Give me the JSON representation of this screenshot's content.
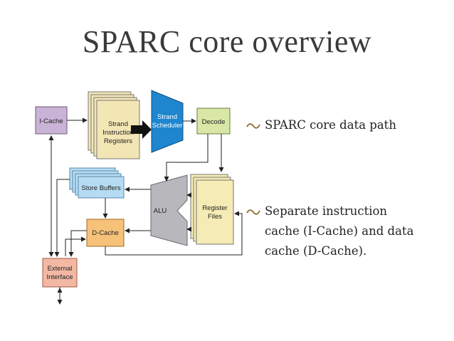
{
  "slide": {
    "title": "SPARC core overview",
    "bullets": [
      "SPARC core data path",
      "Separate instruction cache (I-Cache) and data cache (D-Cache)."
    ]
  },
  "diagram": {
    "blocks": {
      "icache": "I-Cache",
      "strand_regs": [
        "Strand",
        "Instruction",
        "Registers"
      ],
      "scheduler": [
        "Strand",
        "Scheduler"
      ],
      "decode": "Decode",
      "store_buffers": "Store Buffers",
      "alu": "ALU",
      "register_files": [
        "Register",
        "Files"
      ],
      "dcache": "D-Cache",
      "external": [
        "External",
        "Interface"
      ]
    },
    "colors": {
      "icache": "#c9b3d6",
      "strand_regs": "#f3e6b5",
      "scheduler": "#1e86cf",
      "decode": "#d8e7a6",
      "store_buffers": "#b5dcf3",
      "alu": "#b8b8bc",
      "register_files": "#f5ebb4",
      "dcache": "#f6c27a",
      "external": "#f2b8a4"
    }
  }
}
